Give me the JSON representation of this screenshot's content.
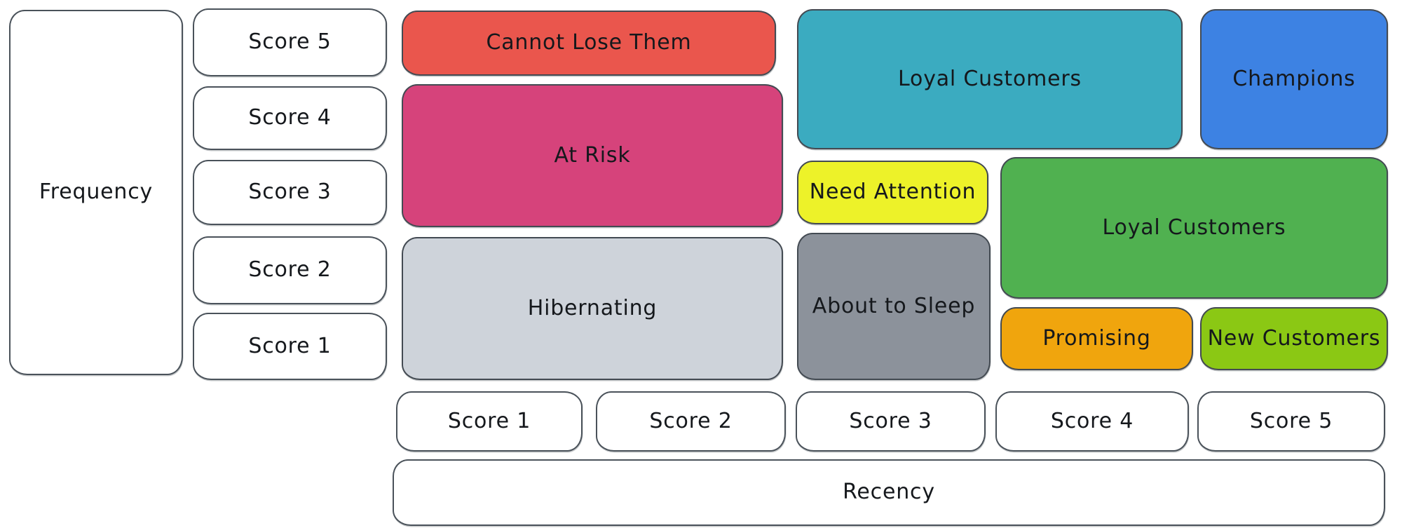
{
  "canvas": {
    "background": "#ffffff",
    "stroke_color": "#434a52",
    "text_color": "#15181c"
  },
  "frequency_axis": {
    "label": "Frequency",
    "scores": [
      "Score 5",
      "Score 4",
      "Score 3",
      "Score 2",
      "Score 1"
    ]
  },
  "recency_axis": {
    "label": "Recency",
    "scores": [
      "Score 1",
      "Score 2",
      "Score 3",
      "Score 4",
      "Score 5"
    ]
  },
  "segments": {
    "cannot_lose_them": {
      "label": "Cannot Lose Them",
      "color": "#ea564d",
      "recency_scores": [
        1,
        2
      ],
      "frequency_scores": [
        5
      ]
    },
    "at_risk": {
      "label": "At Risk",
      "color": "#d6437b",
      "recency_scores": [
        1,
        2
      ],
      "frequency_scores": [
        3,
        4
      ]
    },
    "hibernating": {
      "label": "Hibernating",
      "color": "#ced3da",
      "recency_scores": [
        1,
        2
      ],
      "frequency_scores": [
        1,
        2
      ]
    },
    "loyal_customers_top": {
      "label": "Loyal Customers",
      "color": "#3babc0",
      "recency_scores": [
        3,
        4
      ],
      "frequency_scores": [
        4,
        5
      ]
    },
    "champions": {
      "label": "Champions",
      "color": "#3d82e3",
      "recency_scores": [
        5
      ],
      "frequency_scores": [
        4,
        5
      ]
    },
    "need_attention": {
      "label": "Need Attention",
      "color": "#edf229",
      "recency_scores": [
        3
      ],
      "frequency_scores": [
        3
      ]
    },
    "about_to_sleep": {
      "label": "About to Sleep",
      "color": "#8c929b",
      "recency_scores": [
        3
      ],
      "frequency_scores": [
        1,
        2
      ]
    },
    "loyal_customers_mid": {
      "label": "Loyal Customers",
      "color": "#50b150",
      "recency_scores": [
        4,
        5
      ],
      "frequency_scores": [
        2,
        3
      ]
    },
    "promising": {
      "label": "Promising",
      "color": "#f0a50d",
      "recency_scores": [
        4
      ],
      "frequency_scores": [
        1
      ]
    },
    "new_customers": {
      "label": "New Customers",
      "color": "#8bc814",
      "recency_scores": [
        5
      ],
      "frequency_scores": [
        1
      ]
    }
  }
}
